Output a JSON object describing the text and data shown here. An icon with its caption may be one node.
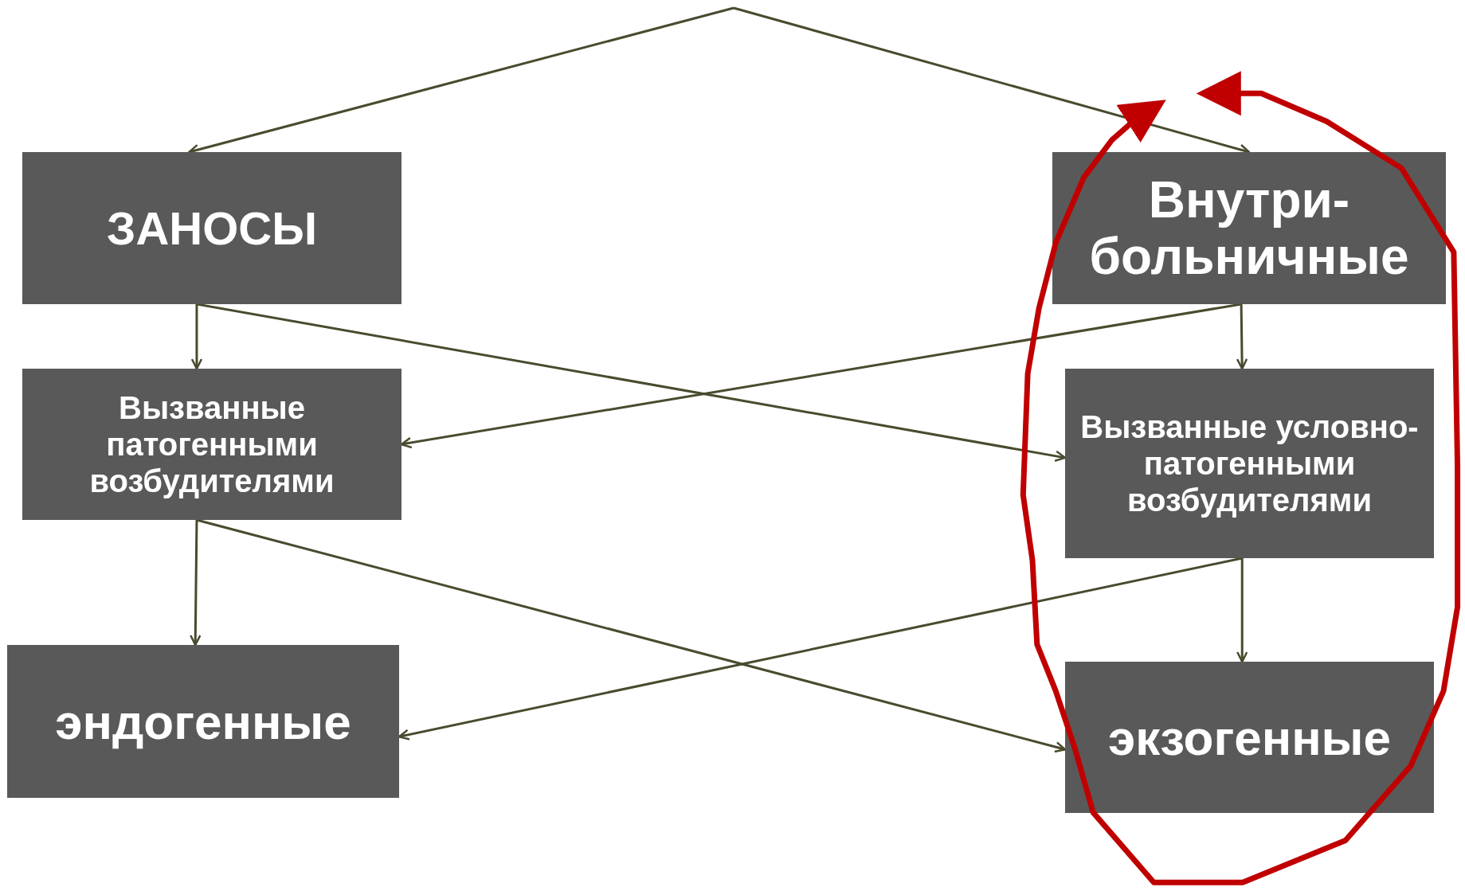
{
  "diagram": {
    "nodes": [
      {
        "text": [
          "ЗАНОСЫ"
        ]
      },
      {
        "text": [
          "Внутри- больничные"
        ]
      },
      {
        "text": [
          "Вызванные патогенными возбудителями"
        ]
      },
      {
        "text": [
          "Вызванные условно- патогенными возбудителями"
        ]
      },
      {
        "text": [
          "эндогенные"
        ]
      },
      {
        "text": [
          "экзогенные"
        ]
      }
    ],
    "edges": [
      {
        "from": null,
        "to": 0,
        "arrow": "to"
      },
      {
        "from": null,
        "to": 1,
        "arrow": "to"
      },
      {
        "from": 0,
        "to": 2,
        "arrow": "to"
      },
      {
        "from": 0,
        "to": 3,
        "arrow": "to"
      },
      {
        "from": 1,
        "to": 2,
        "arrow": "to"
      },
      {
        "from": 1,
        "to": 3,
        "arrow": "to"
      },
      {
        "from": 2,
        "to": 4,
        "arrow": "to"
      },
      {
        "from": 2,
        "to": 5,
        "arrow": "to"
      },
      {
        "from": 3,
        "to": 4,
        "arrow": "to"
      },
      {
        "from": 3,
        "to": 5,
        "arrow": "to"
      }
    ]
  }
}
